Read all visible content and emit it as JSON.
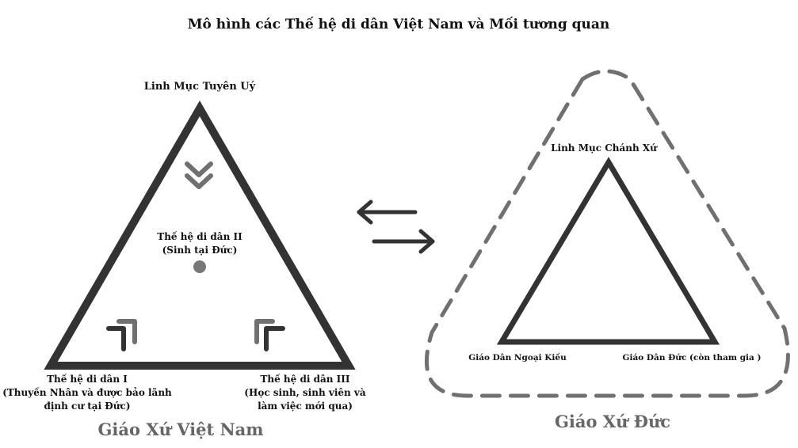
{
  "title": "Mô hình các Thế hệ di dân Việt Nam và Mối tương quan",
  "left": {
    "apex_label": "Linh Mục Tuyên Uý",
    "center_label": [
      "Thế hệ di dân II",
      "(Sinh tại Đức)"
    ],
    "bottom_left_label": [
      "Thế hệ di dân I",
      "(Thuyền Nhân và được bảo lãnh",
      "định cư tại Đức)"
    ],
    "bottom_right_label": [
      "Thế hệ di dân III",
      "(Học sinh, sinh viên và",
      "làm việc mới qua)"
    ],
    "caption": "Giáo Xứ Việt Nam"
  },
  "right": {
    "apex_label": "Linh Mục Chánh Xứ",
    "bottom_left_label": "Giáo Dân Ngoại Kiều",
    "bottom_right_label": "Giáo Dân Đức (còn tham gia )",
    "caption": "Giáo Xứ Đức"
  },
  "colors": {
    "dark": "#333333",
    "gray": "#707070",
    "caption": "#666666"
  }
}
